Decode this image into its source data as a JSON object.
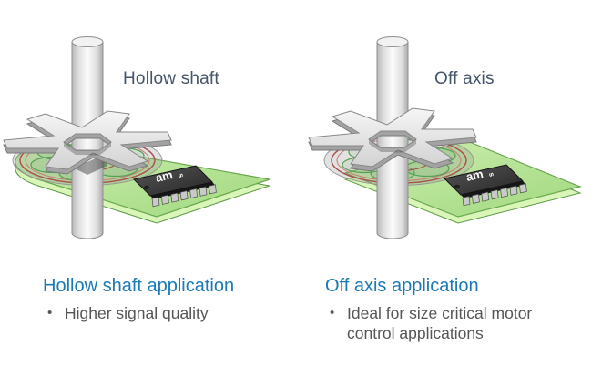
{
  "slide": {
    "background_color": "#ffffff",
    "bullet_glyph": "•",
    "left_figure": {
      "title": "Hollow shaft",
      "application_heading": "Hollow shaft application",
      "bullets": [
        "Higher signal quality"
      ],
      "chip_logo_main": "am",
      "chip_logo_s": "s"
    },
    "right_figure": {
      "title": "Off axis",
      "application_heading": "Off axis application",
      "bullets": [
        "Ideal for size critical motor control applications"
      ],
      "chip_logo_main": "am",
      "chip_logo_s": "s"
    }
  },
  "colors": {
    "title_text": "#44546a",
    "heading_text": "#1b79b5",
    "body_text": "#565656",
    "pcb_green": "#b4e494",
    "pcb_edge_green": "#69a84f",
    "magnet_ring_red": "#a85450",
    "magnet_ring_green": "#55a055",
    "chip_body_gray": "#3a3a3a",
    "metal_gray": "#e8e8e8"
  }
}
